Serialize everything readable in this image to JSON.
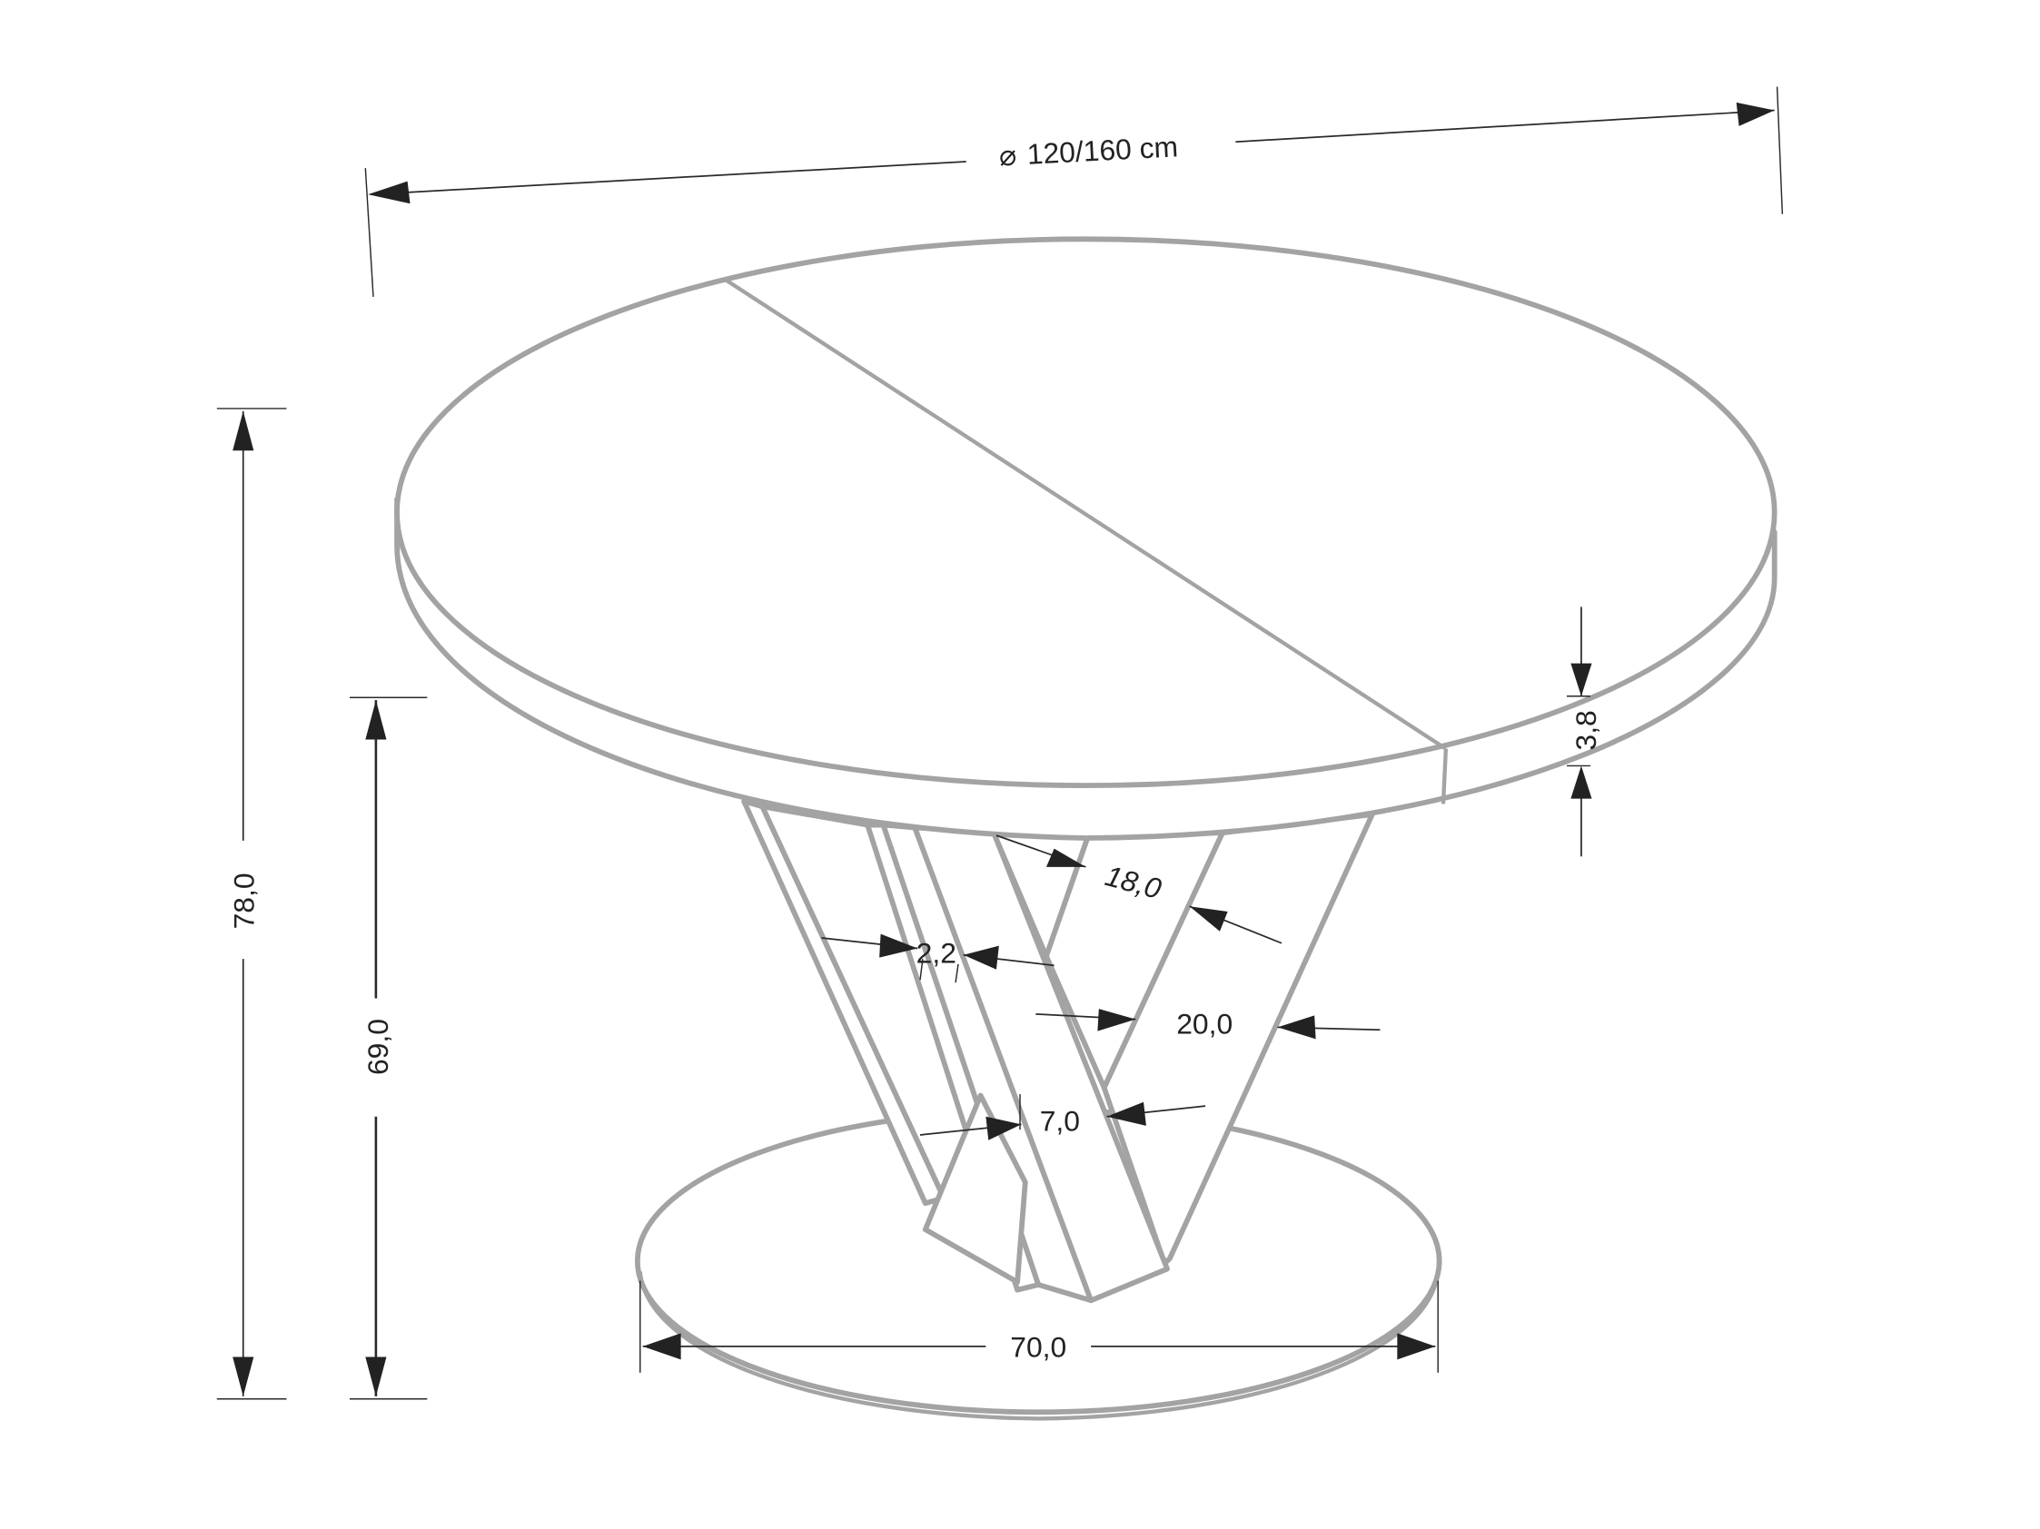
{
  "drawing": {
    "title": "Round extendable dining table – dimension drawing",
    "unit": "cm",
    "colors": {
      "outline": "#a3a3a3",
      "dimension": "#222222",
      "background": "#ffffff"
    }
  },
  "dimensions": {
    "tabletop_diameter": {
      "symbol": "⌀",
      "label": "120/160 cm"
    },
    "total_height": {
      "label": "78,0"
    },
    "under_top_height": {
      "label": "69,0"
    },
    "top_thickness": {
      "label": "3,8"
    },
    "base_diameter": {
      "label": "70,0"
    },
    "leg_top_width": {
      "label": "18,0"
    },
    "leg_width": {
      "label": "20,0"
    },
    "leg_gap": {
      "label": "2,2"
    },
    "leg_bottom_width": {
      "label": "7,0"
    }
  }
}
